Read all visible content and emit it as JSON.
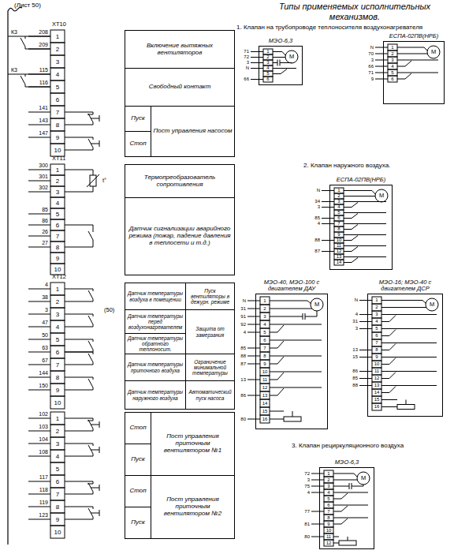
{
  "diagram": {
    "title": "Типы применяемых исполнительных механизмов.",
    "nodes": [
      {
        "text": [
          "Включение вытяжных вентиляторов"
        ]
      },
      {
        "text": [
          "Свободный контакт"
        ]
      },
      {
        "text": [
          "Пуск"
        ]
      },
      {
        "text": [
          "Стоп"
        ]
      },
      {
        "text": [
          "Пост управления насосом"
        ]
      },
      {
        "text": [
          "Термопреобразователь сопротивления"
        ]
      },
      {
        "text": [
          "Датчик сигнализации аварийного режима (пожар, падение давления в теплосети и т.д.)"
        ]
      },
      {
        "text": [
          "Датчик температуры воздуха в помещении"
        ]
      },
      {
        "text": [
          "Пуск вентиляторы в дежурн. режиме"
        ]
      },
      {
        "text": [
          "Датчик температуры перед воздухонагревателем"
        ]
      },
      {
        "text": [
          "Защита от замерзания"
        ]
      },
      {
        "text": [
          "Датчик температуры обратного теплоносит."
        ]
      },
      {
        "text": [
          "Датчик температуры приточного воздуха"
        ]
      },
      {
        "text": [
          "Ограничение минимальной температуры"
        ]
      },
      {
        "text": [
          "Датчик температуры наружного воздуха"
        ]
      },
      {
        "text": [
          "Автоматический пуск насоса"
        ]
      },
      {
        "text": [
          "Стоп"
        ]
      },
      {
        "text": [
          "Пост управления приточным вентилятором №1"
        ]
      },
      {
        "text": [
          "Пуск"
        ]
      },
      {
        "text": [
          "Стоп"
        ]
      },
      {
        "text": [
          "Пост управления приточным вентилятором №2"
        ]
      },
      {
        "text": [
          "Пуск"
        ]
      },
      {
        "text": [
          "МЭО-6,3"
        ]
      },
      {
        "text": [
          "ЕСПА-02ПВ(НРБ)"
        ]
      },
      {
        "text": [
          "ЕСПА-02ПВ(НРБ)"
        ]
      },
      {
        "text": [
          "МЭО-40, МЭО-100 с двигателем ДАУ"
        ]
      },
      {
        "text": [
          "МЭО-16; МЭО-40 с двигателем ДСР"
        ]
      },
      {
        "text": [
          "МЭО-6,3"
        ]
      }
    ],
    "labels": [
      "(Лист 50)",
      "XT10",
      "1",
      "2",
      "3",
      "4",
      "5",
      "6",
      "7",
      "8",
      "9",
      "10",
      "XT11",
      "1",
      "2",
      "3",
      "4",
      "5",
      "6",
      "7",
      "8",
      "9",
      "10",
      "XT12",
      "1",
      "2",
      "3",
      "4",
      "5",
      "6",
      "7",
      "8",
      "9",
      "10",
      "1",
      "2",
      "3",
      "4",
      "5",
      "6",
      "7",
      "8",
      "9",
      "10",
      "К3",
      "208",
      "209",
      "К3",
      "115",
      "116",
      "141",
      "143",
      "147",
      "300",
      "301",
      "302",
      "t°",
      "85",
      "86",
      "26",
      "27",
      "4",
      "38",
      "3",
      "(50)",
      "47",
      "50",
      "63",
      "67",
      "144",
      "150",
      "102",
      "103",
      "104",
      "108",
      "117",
      "118",
      "119",
      "123",
      "1. Клапан на трубопроводе теплоносителя воздухонагревателя",
      "2. Клапан наружного воздуха.",
      "3. Клапан рециркуляционного воздуха",
      "1",
      "2",
      "3",
      "4",
      "5",
      "6",
      "71",
      "72",
      "3",
      "N",
      "66",
      "М",
      "1",
      "2",
      "3",
      "4",
      "5",
      "6",
      "N",
      "70",
      "3",
      "66",
      "71",
      "9",
      "М",
      "1",
      "2",
      "3",
      "4",
      "5",
      "6",
      "7",
      "8",
      "9",
      "10",
      "11",
      "12",
      "13",
      "14",
      "N",
      "34",
      "3",
      "85",
      "4",
      "88",
      "87",
      "М",
      "1",
      "2",
      "3",
      "4",
      "5",
      "6",
      "7",
      "8",
      "9",
      "10",
      "11",
      "12",
      "13",
      "14",
      "15",
      "16",
      "N",
      "31",
      "91",
      "92",
      "4",
      "85",
      "88",
      "87",
      "13",
      "86",
      "80",
      "М",
      "1",
      "2",
      "3",
      "4",
      "5",
      "6",
      "7",
      "8",
      "9",
      "10",
      "11",
      "12",
      "13",
      "14",
      "15",
      "16",
      "N",
      "4",
      "31",
      "3",
      "13",
      "15",
      "86",
      "85",
      "88",
      "М",
      "1",
      "2",
      "3",
      "4",
      "5",
      "6",
      "7",
      "8",
      "9",
      "10",
      "11",
      "12",
      "72",
      "3",
      "75",
      "4",
      "77",
      "81",
      "80",
      "М"
    ]
  }
}
